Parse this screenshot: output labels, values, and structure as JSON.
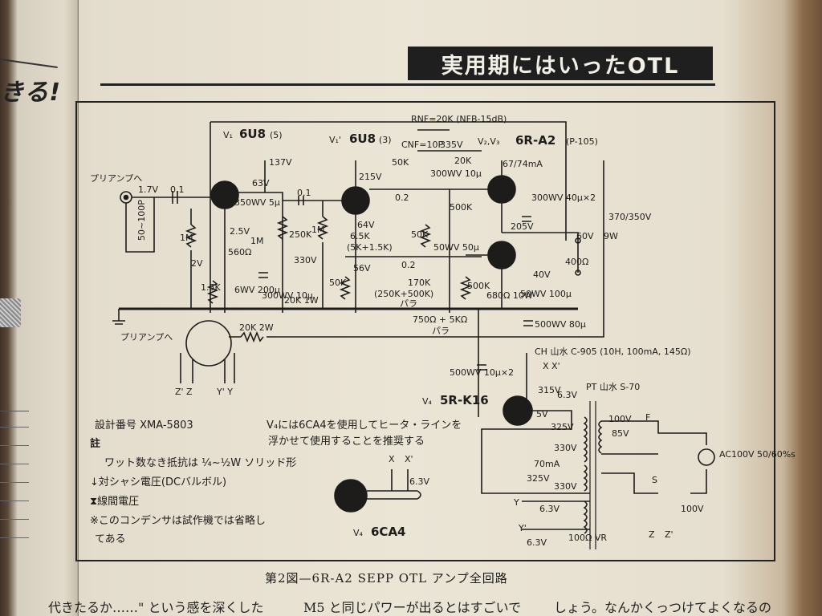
{
  "title": "実用期にはいったOTL",
  "left_page_snippet": "きる!",
  "caption": "第2図—6R-A2 SEPP OTL アンプ全回路",
  "body_text": [
    "代きたるか……\" という感を深くした",
    "M5 と同じパワーが出るとはすごいで",
    "しょう。なんかくっつけてよくなるの"
  ],
  "tubes": {
    "v1": {
      "ref": "V₁",
      "type": "6U8",
      "pins": "(5)"
    },
    "v1p": {
      "ref": "V₁'",
      "type": "6U8",
      "pins": "(3)"
    },
    "v2v3": {
      "ref": "V₂,V₃",
      "type": "6R-A2",
      "note": "(P-105)"
    },
    "v4": {
      "ref": "V₄",
      "type": "5R-K16"
    },
    "v4alt": {
      "ref": "V₄",
      "type": "6CA4"
    }
  },
  "labels": {
    "input_top": "プリアンプへ",
    "input_bottom": "プリアンプへ",
    "v_in": "1.7V",
    "c_in": "0.1",
    "c_grid": "50~100P",
    "r1": "1M",
    "v_137": "137V",
    "v_63": "63V",
    "v_25": "2.5V",
    "c350": "350WV 5μ",
    "r560": "560Ω",
    "r1m2": "1M",
    "v2": "2V",
    "r15k": "1.5K",
    "c6wv": "6WV 200μ",
    "r250k": "250K",
    "c01b": "0.1",
    "v330": "330V",
    "c300wv": "300WV 10μ",
    "r20k1w": "20K 1W",
    "r1m3": "1M",
    "r50k": "50K",
    "v215": "215V",
    "v64": "64V",
    "r65k": "6.5K",
    "r65kalt": "(5K+1.5K)",
    "v56": "56V",
    "rnf": "RNF=20K (NFB-15dB)",
    "cnf": "CNF=10P",
    "v335": "335V",
    "r50kb": "50K",
    "r20kb": "20K",
    "c300wv10": "300WV 10μ",
    "c02a": "0.2",
    "c02b": "0.2",
    "r500k": "500K",
    "r50k2": "50K",
    "c50wv": "50WV 50μ",
    "v67": "67/74mA",
    "v205": "205V",
    "c300wv40": "300WV 40μ×2",
    "v370": "370/350V",
    "v60": "60V",
    "w9": "9W",
    "r400": "400Ω",
    "r170k": "170K",
    "r170kalt": "(250K+500K)",
    "para1": "パラ",
    "r500k2": "500K",
    "r680": "680Ω 10W",
    "v40": "40V",
    "c50wv100": "50WV 100μ",
    "r750": "750Ω + 5KΩ",
    "para2": "パラ",
    "c500wv80": "500WV 80μ",
    "c500wv10": "500WV 10μ×2",
    "ch": "CH 山水 C-905 (10H, 100mA, 145Ω)",
    "r20k2w": "20K 2W",
    "zz": "Z' Z",
    "yy": "Y' Y",
    "xx": "X X'",
    "v315": "315V",
    "v63b": "6.3V",
    "pt": "PT 山水 S-70",
    "v5": "5V",
    "v325": "325V",
    "v330b": "330V",
    "ma70": "70mA",
    "v325b": "325V",
    "v330c": "330V",
    "v100": "100V",
    "v85": "85V",
    "f": "F",
    "ac": "AC100V 50/60%s",
    "s": "S",
    "v100b": "100V",
    "y": "Y",
    "yp": "Y'",
    "v63c": "6.3V",
    "v63d": "6.3V",
    "vr": "100Ω VR",
    "z": "Z",
    "zp": "Z'",
    "x": "X",
    "xp": "X'",
    "v63e": "6.3V"
  },
  "notes": {
    "design_no": "設計番号 XMA-5803",
    "chu": "註",
    "n1": "ワット数なき抵抗は ¼~½W ソリッド形",
    "n2": "↓対シャシ電圧(DCバルボル)",
    "n3": "⧗線間電圧",
    "n4": "※このコンデンサは試作機では省略し",
    "n5": "てある",
    "v4note1": "V₄には6CA4を使用してヒータ・ラインを",
    "v4note2": "浮かせて使用することを推奨する"
  },
  "colors": {
    "title_bg": "#1f1f1f",
    "ink": "#1e1c1a",
    "paper": "#ebe5d6"
  }
}
